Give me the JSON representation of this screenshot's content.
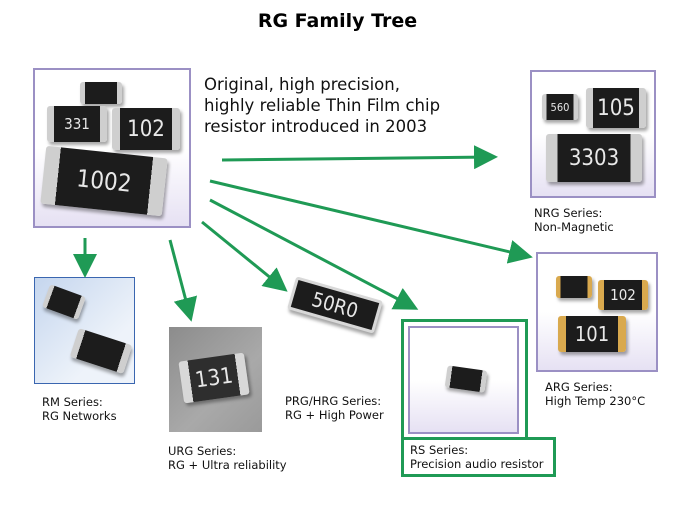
{
  "title": "RG Family Tree",
  "root": {
    "description": "Original, high precision, highly reliable Thin Film chip resistor introduced in 2003",
    "description_lines": [
      "Original, high precision,",
      "highly reliable Thin Film chip",
      "resistor introduced in 2003"
    ],
    "chip_markings": [
      "331",
      "102",
      "1002"
    ]
  },
  "series": [
    {
      "id": "nrg",
      "name": "NRG Series:",
      "subtitle": "Non-Magnetic",
      "chip_markings": [
        "560",
        "105",
        "3303"
      ]
    },
    {
      "id": "arg",
      "name": "ARG Series:",
      "subtitle": "High Temp 230°C",
      "chip_markings": [
        "102",
        "101"
      ]
    },
    {
      "id": "rm",
      "name": "RM Series:",
      "subtitle": "RG Networks"
    },
    {
      "id": "urg",
      "name": "URG Series:",
      "subtitle": "RG + Ultra reliability",
      "chip_markings": [
        "131"
      ]
    },
    {
      "id": "prg",
      "name": "PRG/HRG Series:",
      "subtitle": "RG + High Power",
      "chip_markings": [
        "50R0"
      ]
    },
    {
      "id": "rs",
      "name": "RS Series:",
      "subtitle": "Precision audio resistor",
      "highlighted": true
    }
  ],
  "colors": {
    "arrow": "#1f9a55",
    "highlight_border": "#1f9a55",
    "photo_frame": "#9b90c4",
    "rm_frame": "#3a66b0"
  }
}
